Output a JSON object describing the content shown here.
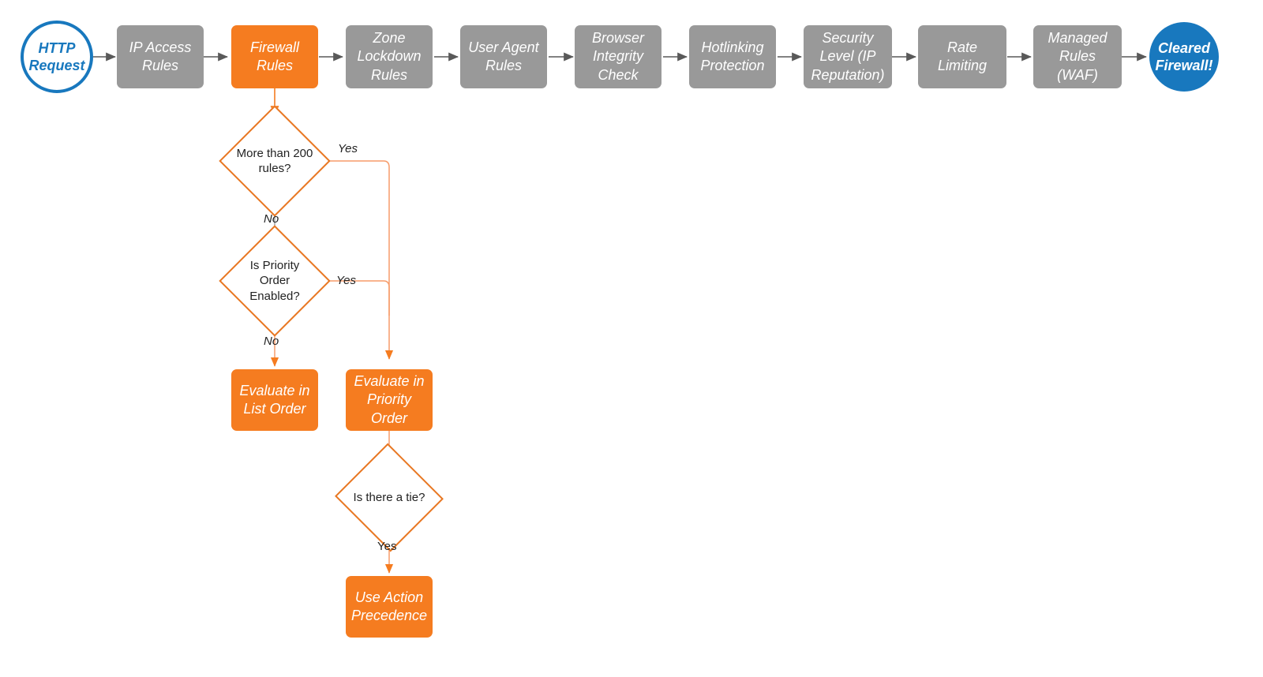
{
  "diagram": {
    "title": "Cloudflare firewall request evaluation order flowchart",
    "colors": {
      "orange_fill": "#F57C20",
      "orange_stroke": "#E87722",
      "gray_fill": "#999999",
      "blue": "#1878BE",
      "arrow_gray": "#595959",
      "background": "#FFFFFF"
    }
  },
  "pipeline": {
    "start": {
      "label": "HTTP Request",
      "shape": "circle-outline"
    },
    "steps": [
      {
        "label": "IP Access Rules",
        "shape": "box",
        "color": "gray"
      },
      {
        "label": "Firewall Rules",
        "shape": "box",
        "color": "orange"
      },
      {
        "label": "Zone Lockdown Rules",
        "shape": "box",
        "color": "gray"
      },
      {
        "label": "User Agent Rules",
        "shape": "box",
        "color": "gray"
      },
      {
        "label": "Browser Integrity Check",
        "shape": "box",
        "color": "gray"
      },
      {
        "label": "Hotlinking Protection",
        "shape": "box",
        "color": "gray"
      },
      {
        "label": "Security Level (IP Reputation)",
        "shape": "box",
        "color": "gray"
      },
      {
        "label": "Rate Limiting",
        "shape": "box",
        "color": "gray"
      },
      {
        "label": "Managed Rules (WAF)",
        "shape": "box",
        "color": "gray"
      }
    ],
    "end": {
      "label": "Cleared Firewall!",
      "shape": "circle-filled"
    }
  },
  "decisions": [
    {
      "id": "more-than-200-rules",
      "label": "More than 200 rules?",
      "yes": "Yes",
      "no": "No"
    },
    {
      "id": "is-priority-order-enabled",
      "label": "Is Priority Order Enabled?",
      "yes": "Yes",
      "no": "No"
    },
    {
      "id": "is-there-a-tie",
      "label": "Is there a tie?",
      "yes": "Yes"
    }
  ],
  "outcomes": [
    {
      "id": "evaluate-list-order",
      "label": "Evaluate in List Order"
    },
    {
      "id": "evaluate-priority-order",
      "label": "Evaluate in Priority Order"
    },
    {
      "id": "use-action-precedence",
      "label": "Use Action Precedence"
    }
  ],
  "edge_labels": {
    "d1_yes": "Yes",
    "d1_no": "No",
    "d2_yes": "Yes",
    "d2_no": "No",
    "d3_yes": "Yes"
  }
}
